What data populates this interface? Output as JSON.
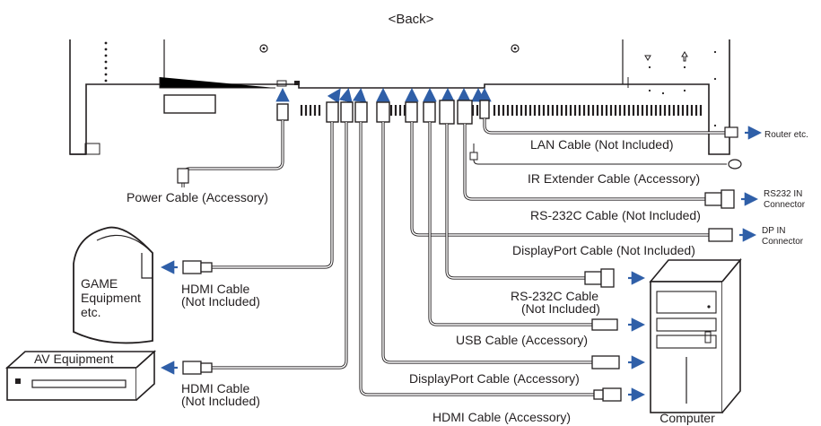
{
  "header": {
    "view_label": "<Back>"
  },
  "colors": {
    "line": "#231f20",
    "arrow": "#2f5fa8"
  },
  "devices": {
    "game": {
      "line1": "GAME",
      "line2": "Equipment",
      "line3": "etc."
    },
    "av": "AV Equipment",
    "computer": "Computer"
  },
  "labels": {
    "power_cable": "Power Cable (Accessory)",
    "lan_cable": "LAN Cable (Not Included)",
    "router": "Router etc.",
    "ir_cable": "IR Extender Cable (Accessory)",
    "rs232_in_1": "RS232 IN",
    "rs232_in_2": "Connector",
    "rs232_cable_top": "RS-232C Cable (Not Included)",
    "dp_in_1": "DP IN",
    "dp_in_2": "Connector",
    "dp_cable_top": "DisplayPort Cable (Not Included)",
    "hdmi_game_1": "HDMI Cable",
    "hdmi_game_2": "(Not Included)",
    "rs232_pc_1": "RS-232C Cable",
    "rs232_pc_2": "(Not Included)",
    "usb_cable": "USB Cable (Accessory)",
    "hdmi_av_1": "HDMI Cable",
    "hdmi_av_2": "(Not Included)",
    "dp_cable_pc": "DisplayPort Cable (Accessory)",
    "hdmi_pc": "HDMI Cable (Accessory)"
  }
}
